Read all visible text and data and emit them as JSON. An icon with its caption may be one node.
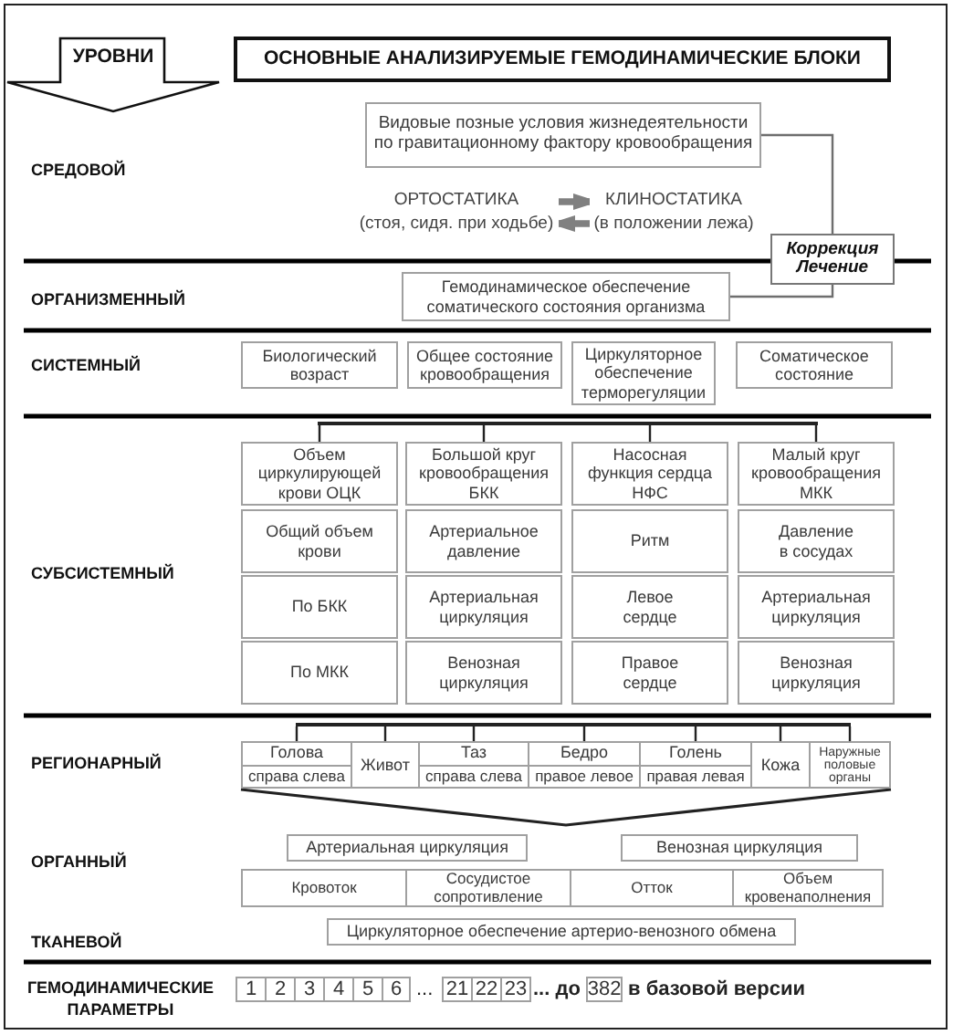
{
  "diagram": {
    "nodes": [
      {
        "text": [
          "УРОВНИ"
        ]
      },
      {
        "text": [
          "ОСНОВНЫЕ АНАЛИЗИРУЕМЫЕ ГЕМОДИНАМИЧЕСКИЕ БЛОКИ"
        ]
      },
      {
        "text": [
          "Видовые позные условия жизнедеятельности по гравитационному фактору кровообращения"
        ]
      },
      {
        "text": [
          "ОРТОСТАТИКА",
          "(стоя, сидя. при ходьбе)"
        ]
      },
      {
        "text": [
          "КЛИНОСТАТИКА",
          "(в положении лежа)"
        ]
      },
      {
        "text": [
          "Коррекция Лечение"
        ]
      },
      {
        "text": [
          "Гемодинамическое обеспечение соматического состояния организма"
        ]
      },
      {
        "text": [
          "Биологический возраст"
        ]
      },
      {
        "text": [
          "Общее состояние кровообращения"
        ]
      },
      {
        "text": [
          "Циркуляторное обеспечение терморегуляции"
        ]
      },
      {
        "text": [
          "Соматическое состояние"
        ]
      },
      {
        "text": [],
        "shape": "bar"
      },
      {
        "text": [
          "Объем циркулирующей крови ОЦК"
        ]
      },
      {
        "text": [
          "Большой круг кровообращения БКК"
        ]
      },
      {
        "text": [
          "Насосная функция сердца НФС"
        ]
      },
      {
        "text": [
          "Малый круг кровообращения МКК"
        ]
      },
      {
        "text": [
          "Общий объем крови"
        ]
      },
      {
        "text": [
          "Артериальное давление"
        ]
      },
      {
        "text": [
          "Ритм"
        ]
      },
      {
        "text": [
          "Давление в сосудах"
        ]
      },
      {
        "text": [
          "По БКК"
        ]
      },
      {
        "text": [
          "Артериальная циркуляция"
        ]
      },
      {
        "text": [
          "Левое сердце"
        ]
      },
      {
        "text": [
          "Артериальная циркуляция"
        ]
      },
      {
        "text": [
          "По МКК"
        ]
      },
      {
        "text": [
          "Венозная циркуляция"
        ]
      },
      {
        "text": [
          "Правое сердце"
        ]
      },
      {
        "text": [
          "Венозная циркуляция"
        ]
      },
      {
        "text": [],
        "shape": "bar"
      },
      {
        "text": [
          "Голова",
          "справа слева"
        ]
      },
      {
        "text": [
          "Живот"
        ]
      },
      {
        "text": [
          "Таз",
          "справа слева"
        ]
      },
      {
        "text": [
          "Бедро",
          "правое левое"
        ]
      },
      {
        "text": [
          "Голень",
          "правая левая"
        ]
      },
      {
        "text": [
          "Кожа"
        ]
      },
      {
        "text": [
          "Наружные половые органы"
        ]
      },
      {
        "text": [
          "Артериальная циркуляция"
        ]
      },
      {
        "text": [
          "Венозная циркуляция"
        ]
      },
      {
        "text": [
          "Кровоток"
        ]
      },
      {
        "text": [
          "Сосудистое сопротивление"
        ]
      },
      {
        "text": [
          "Отток"
        ]
      },
      {
        "text": [
          "Объем кровенаполнения"
        ]
      },
      {
        "text": [
          "Циркуляторное обеспечение артерио-венозного обмена"
        ]
      },
      {
        "text": [
          "1"
        ]
      },
      {
        "text": [
          "2"
        ]
      },
      {
        "text": [
          "3"
        ]
      },
      {
        "text": [
          "4"
        ]
      },
      {
        "text": [
          "5"
        ]
      },
      {
        "text": [
          "6"
        ]
      },
      {
        "text": [
          "21"
        ]
      },
      {
        "text": [
          "22"
        ]
      },
      {
        "text": [
          "23"
        ]
      },
      {
        "text": [
          "382"
        ]
      }
    ],
    "edges": [
      {
        "from": 2,
        "to": 5,
        "arrow": "none",
        "color": "#6e6e6e"
      },
      {
        "from": 5,
        "to": 6,
        "arrow": "none",
        "color": "#6e6e6e"
      },
      {
        "from": 3,
        "to": 4,
        "arrow": "to",
        "style": "thick",
        "color": "#808080"
      },
      {
        "from": 4,
        "to": 3,
        "arrow": "to",
        "style": "thick",
        "color": "#808080"
      },
      {
        "from": 11,
        "to": 12,
        "arrow": "none"
      },
      {
        "from": 11,
        "to": 13,
        "arrow": "none"
      },
      {
        "from": 11,
        "to": 14,
        "arrow": "none"
      },
      {
        "from": 11,
        "to": 15,
        "arrow": "none"
      },
      {
        "from": 28,
        "to": 29,
        "arrow": "none"
      },
      {
        "from": 28,
        "to": 30,
        "arrow": "none"
      },
      {
        "from": 28,
        "to": 31,
        "arrow": "none"
      },
      {
        "from": 28,
        "to": 32,
        "arrow": "none"
      },
      {
        "from": 28,
        "to": 33,
        "arrow": "none"
      },
      {
        "from": 28,
        "to": 34,
        "arrow": "none"
      },
      {
        "from": 28,
        "to": 35,
        "arrow": "none"
      }
    ],
    "labels": [
      "СРЕДОВОЙ",
      "ОРГАНИЗМЕННЫЙ",
      "СИСТЕМНЫЙ",
      "СУБСИСТЕМНЫЙ",
      "РЕГИОНАРНЫЙ",
      "ОРГАННЫЙ",
      "ТКАНЕВОЙ",
      "ГЕМОДИНАМИЧЕСКИЕ ПАРАМЕТРЫ",
      "...",
      "... до",
      "в базовой версии"
    ]
  }
}
